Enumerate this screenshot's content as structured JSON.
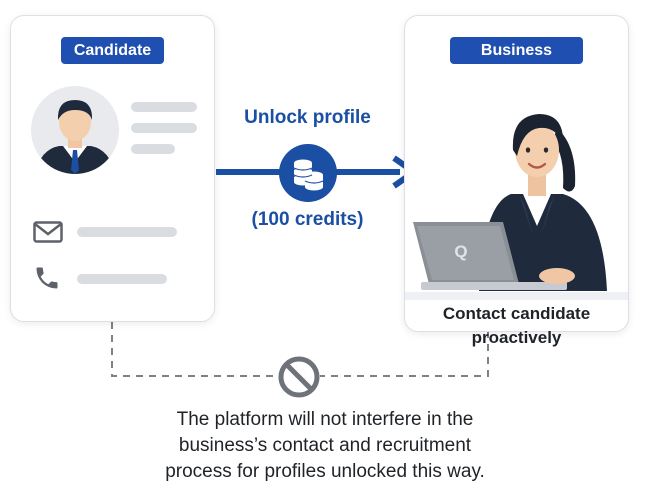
{
  "candidate": {
    "tag_label": "Candidate"
  },
  "business": {
    "tag_label": "Business",
    "laptop_logo": "Q",
    "caption_line1": "Contact candidate",
    "caption_line2": "proactively"
  },
  "flow": {
    "action_label": "Unlock profile",
    "cost_label": "(100 credits)"
  },
  "footer": {
    "line1": "The platform will not interfere in the",
    "line2": "business’s contact and recruitment",
    "line3": "process for profiles unlocked this way."
  },
  "icons": {
    "avatar": "person-avatar-icon",
    "email": "envelope-icon",
    "phone": "phone-icon",
    "coins": "coins-icon",
    "no_interference": "prohibited-icon"
  },
  "colors": {
    "brand_blue": "#1a4fa3",
    "tag_blue": "#1f4fb0",
    "dashed_line": "#7d8188",
    "placeholder": "#d9dce1"
  }
}
